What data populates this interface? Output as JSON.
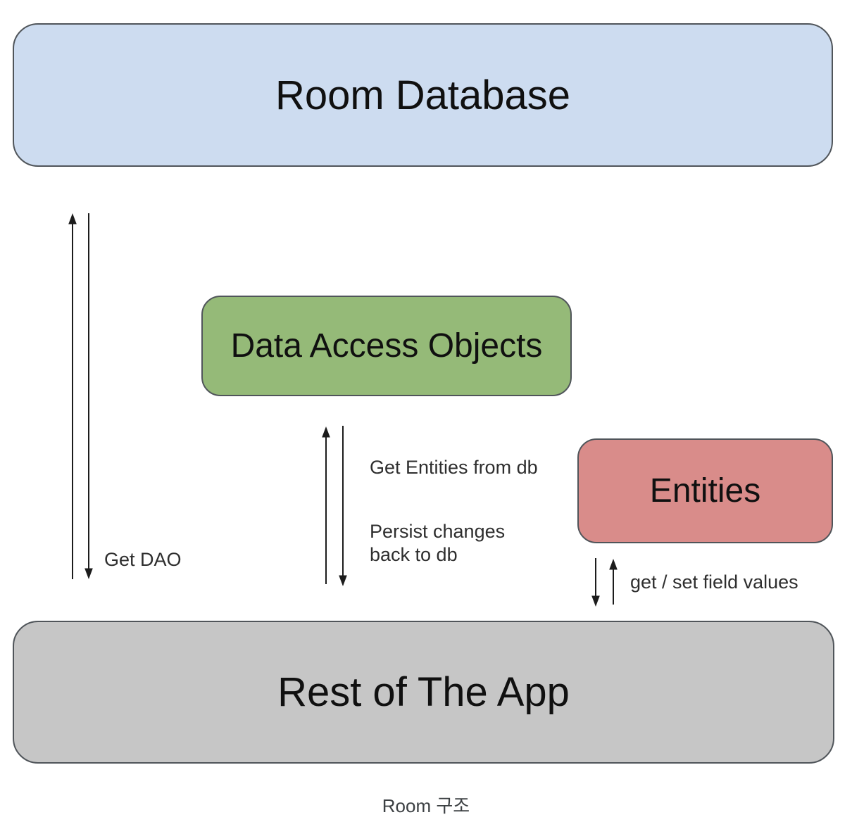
{
  "canvas": {
    "background": "#ffffff"
  },
  "nodes": {
    "room_database": {
      "label": "Room Database",
      "fill": "#cddcf0"
    },
    "dao": {
      "label": "Data Access Objects",
      "fill": "#95ba78"
    },
    "entities": {
      "label": "Entities",
      "fill": "#d98c8a"
    },
    "rest_of_app": {
      "label": "Rest of The App",
      "fill": "#c6c6c6"
    }
  },
  "edge_labels": {
    "get_dao": "Get DAO",
    "get_entities": "Get Entities from db",
    "persist_changes": "Persist changes\nback to db",
    "get_set_fields": "get / set field values"
  },
  "caption": "Room 구조",
  "colors": {
    "arrow": "#1c1c1c",
    "border": "#50555a",
    "caption_text": "#3c4043"
  }
}
